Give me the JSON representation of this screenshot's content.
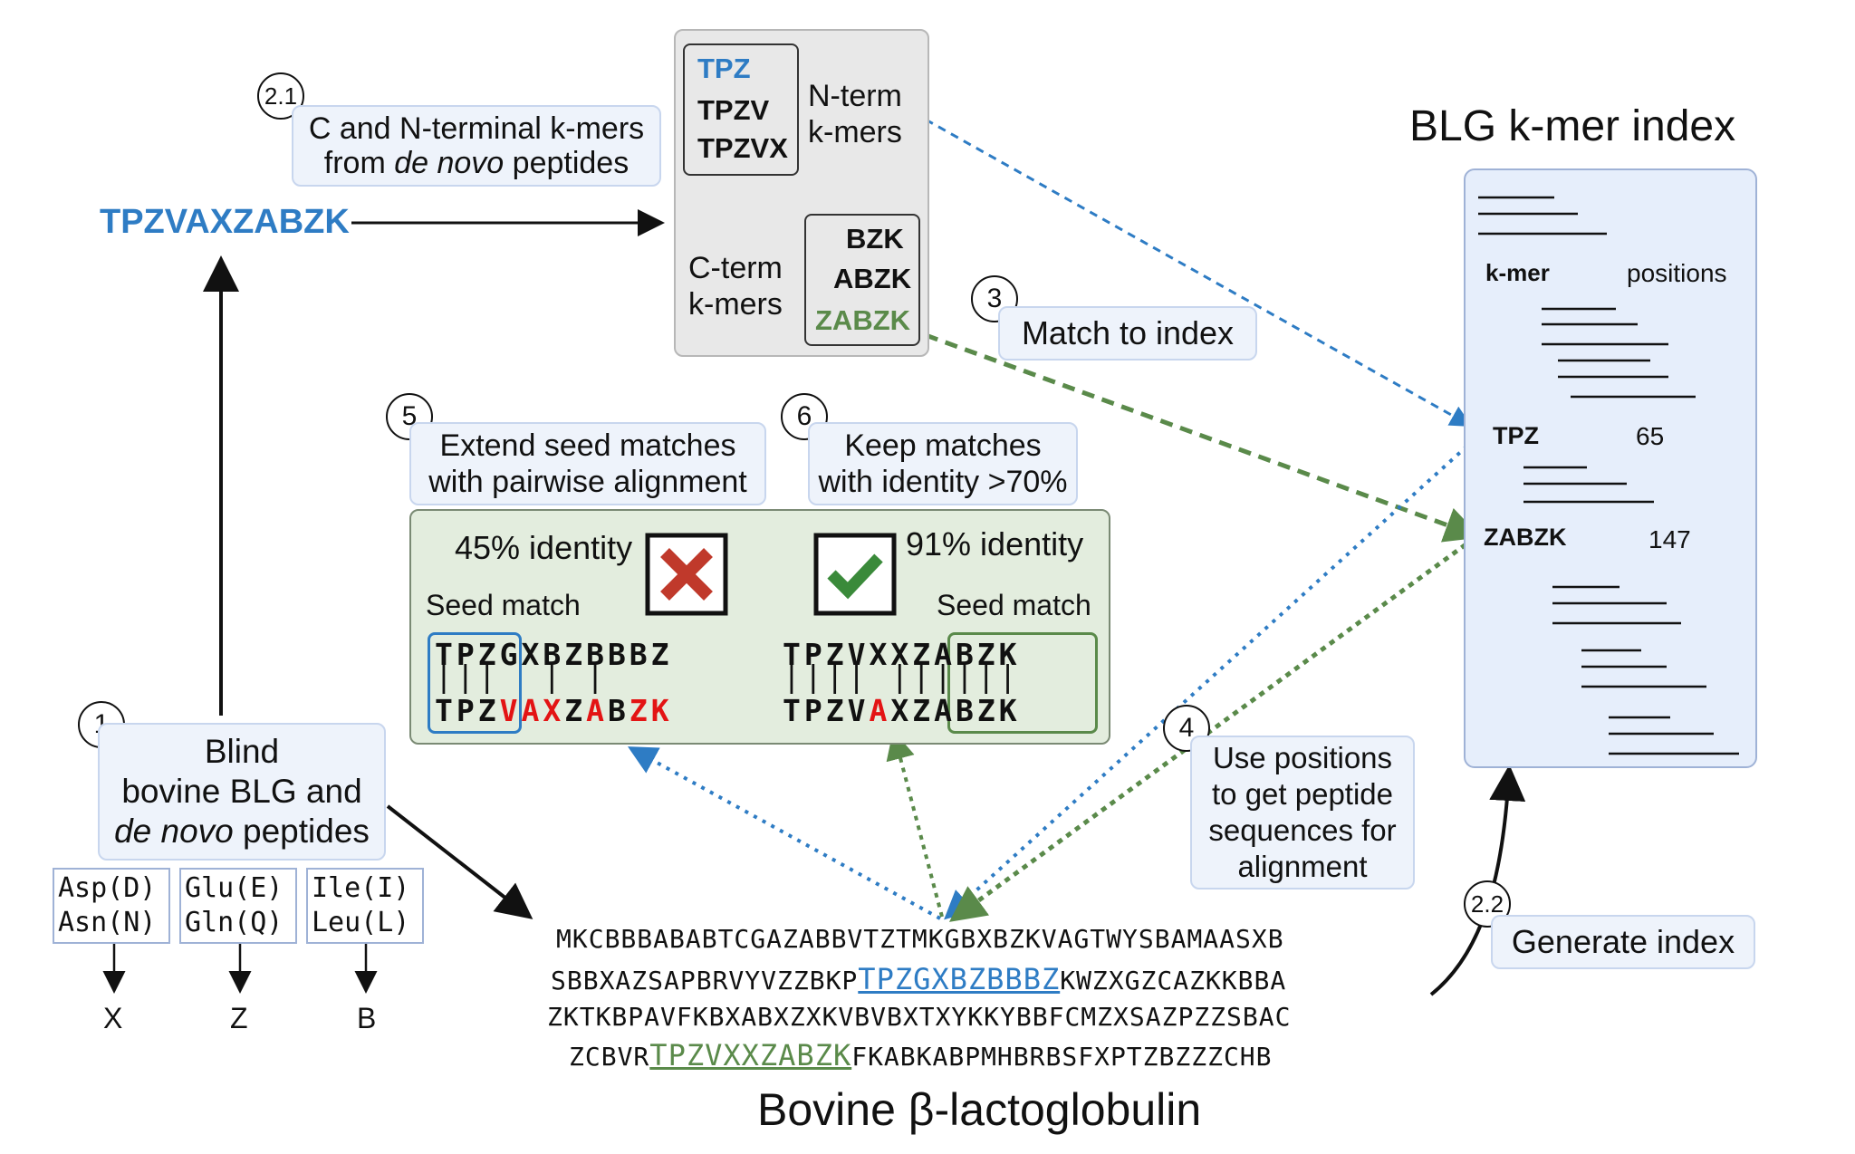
{
  "peptide": "TPZVAXZABZK",
  "step_numbers": {
    "s1": "1",
    "s21": "2.1",
    "s22": "2.2",
    "s3": "3",
    "s4": "4",
    "s5": "5",
    "s6": "6"
  },
  "notes": {
    "blind": {
      "line1": "Blind",
      "line2": "bovine BLG and",
      "line3_italic": "de novo",
      "line3_rest": " peptides"
    },
    "kmers_note": {
      "line1": "C and N-terminal k-mers",
      "line2_pre": "from ",
      "line2_italic": "de novo",
      "line2_post": " peptides"
    },
    "match": "Match to index",
    "extend": {
      "line1": "Extend seed matches",
      "line2": "with pairwise alignment"
    },
    "keep": {
      "line1": "Keep matches",
      "line2": "with identity >70%"
    },
    "use_positions": {
      "line1": "Use positions",
      "line2": "to get peptide",
      "line3": "sequences for",
      "line4": "alignment"
    },
    "generate": "Generate index"
  },
  "kmer_panel": {
    "nterm": [
      "TPZ",
      "TPZV",
      "TPZVX"
    ],
    "nterm_label": {
      "line1": "N-term",
      "line2": "k-mers"
    },
    "cterm": [
      "BZK",
      "ABZK",
      "ZABZK"
    ],
    "cterm_label": {
      "line1": "C-term",
      "line2": "k-mers"
    }
  },
  "index": {
    "title": "BLG k-mer index",
    "legend_kmer": "k-mer",
    "legend_positions": "positions",
    "entries": [
      {
        "kmer": "TPZ",
        "position": "65"
      },
      {
        "kmer": "ZABZK",
        "position": "147"
      }
    ]
  },
  "alignment": {
    "left": {
      "identity": "45% identity",
      "seed_label": "Seed match",
      "status": "rejected",
      "top": "TPZGXBZBBBZ",
      "bars": "|||  | |   ",
      "bottom": [
        "T",
        "P",
        "Z",
        "V",
        "A",
        "X",
        "Z",
        "A",
        "B",
        "Z",
        "K"
      ],
      "bottom_mismatch": [
        false,
        false,
        false,
        true,
        true,
        true,
        false,
        true,
        false,
        true,
        true
      ]
    },
    "right": {
      "identity": "91% identity",
      "seed_label": "Seed match",
      "status": "accepted",
      "top": "TPZVXXZABZK",
      "bars": "|||| ||||||",
      "bottom": [
        "T",
        "P",
        "Z",
        "V",
        "A",
        "X",
        "Z",
        "A",
        "B",
        "Z",
        "K"
      ],
      "bottom_mismatch": [
        false,
        false,
        false,
        false,
        true,
        false,
        false,
        false,
        false,
        false,
        false
      ]
    }
  },
  "substitutions": [
    {
      "pair": [
        "Asp(D)",
        "Asn(N)"
      ],
      "code": "X"
    },
    {
      "pair": [
        "Glu(E)",
        "Gln(Q)"
      ],
      "code": "Z"
    },
    {
      "pair": [
        "Ile(I)",
        "Leu(L)"
      ],
      "code": "B"
    }
  ],
  "sequence": {
    "title": "Bovine β-lactoglobulin",
    "line1": "MKCBBBABABTCGAZABBVTZTMKGBXBZKVAGTWYSBAMAASXB",
    "line2_pre": "SBBXAZSAPBRVYVZZBKP",
    "line2_hl": "TPZGXBZBBBZ",
    "line2_post": "KWZXGZCAZKKBBA",
    "line3": "ZKTKBPAVFKBXABXZXKVBVBXTXYKKYBBFCMZXSAZPZZSBAC",
    "line4_pre": "ZCBVR",
    "line4_hl": "TPZVXXZABZK",
    "line4_post": "FKABKABPMHBRBSFXPTZBZZZCHB"
  },
  "colors": {
    "blue": "#2e7cc4",
    "green": "#5a8a4a",
    "red": "#e31414",
    "check_green": "#3a8a3a",
    "cross_red": "#c0392b"
  }
}
